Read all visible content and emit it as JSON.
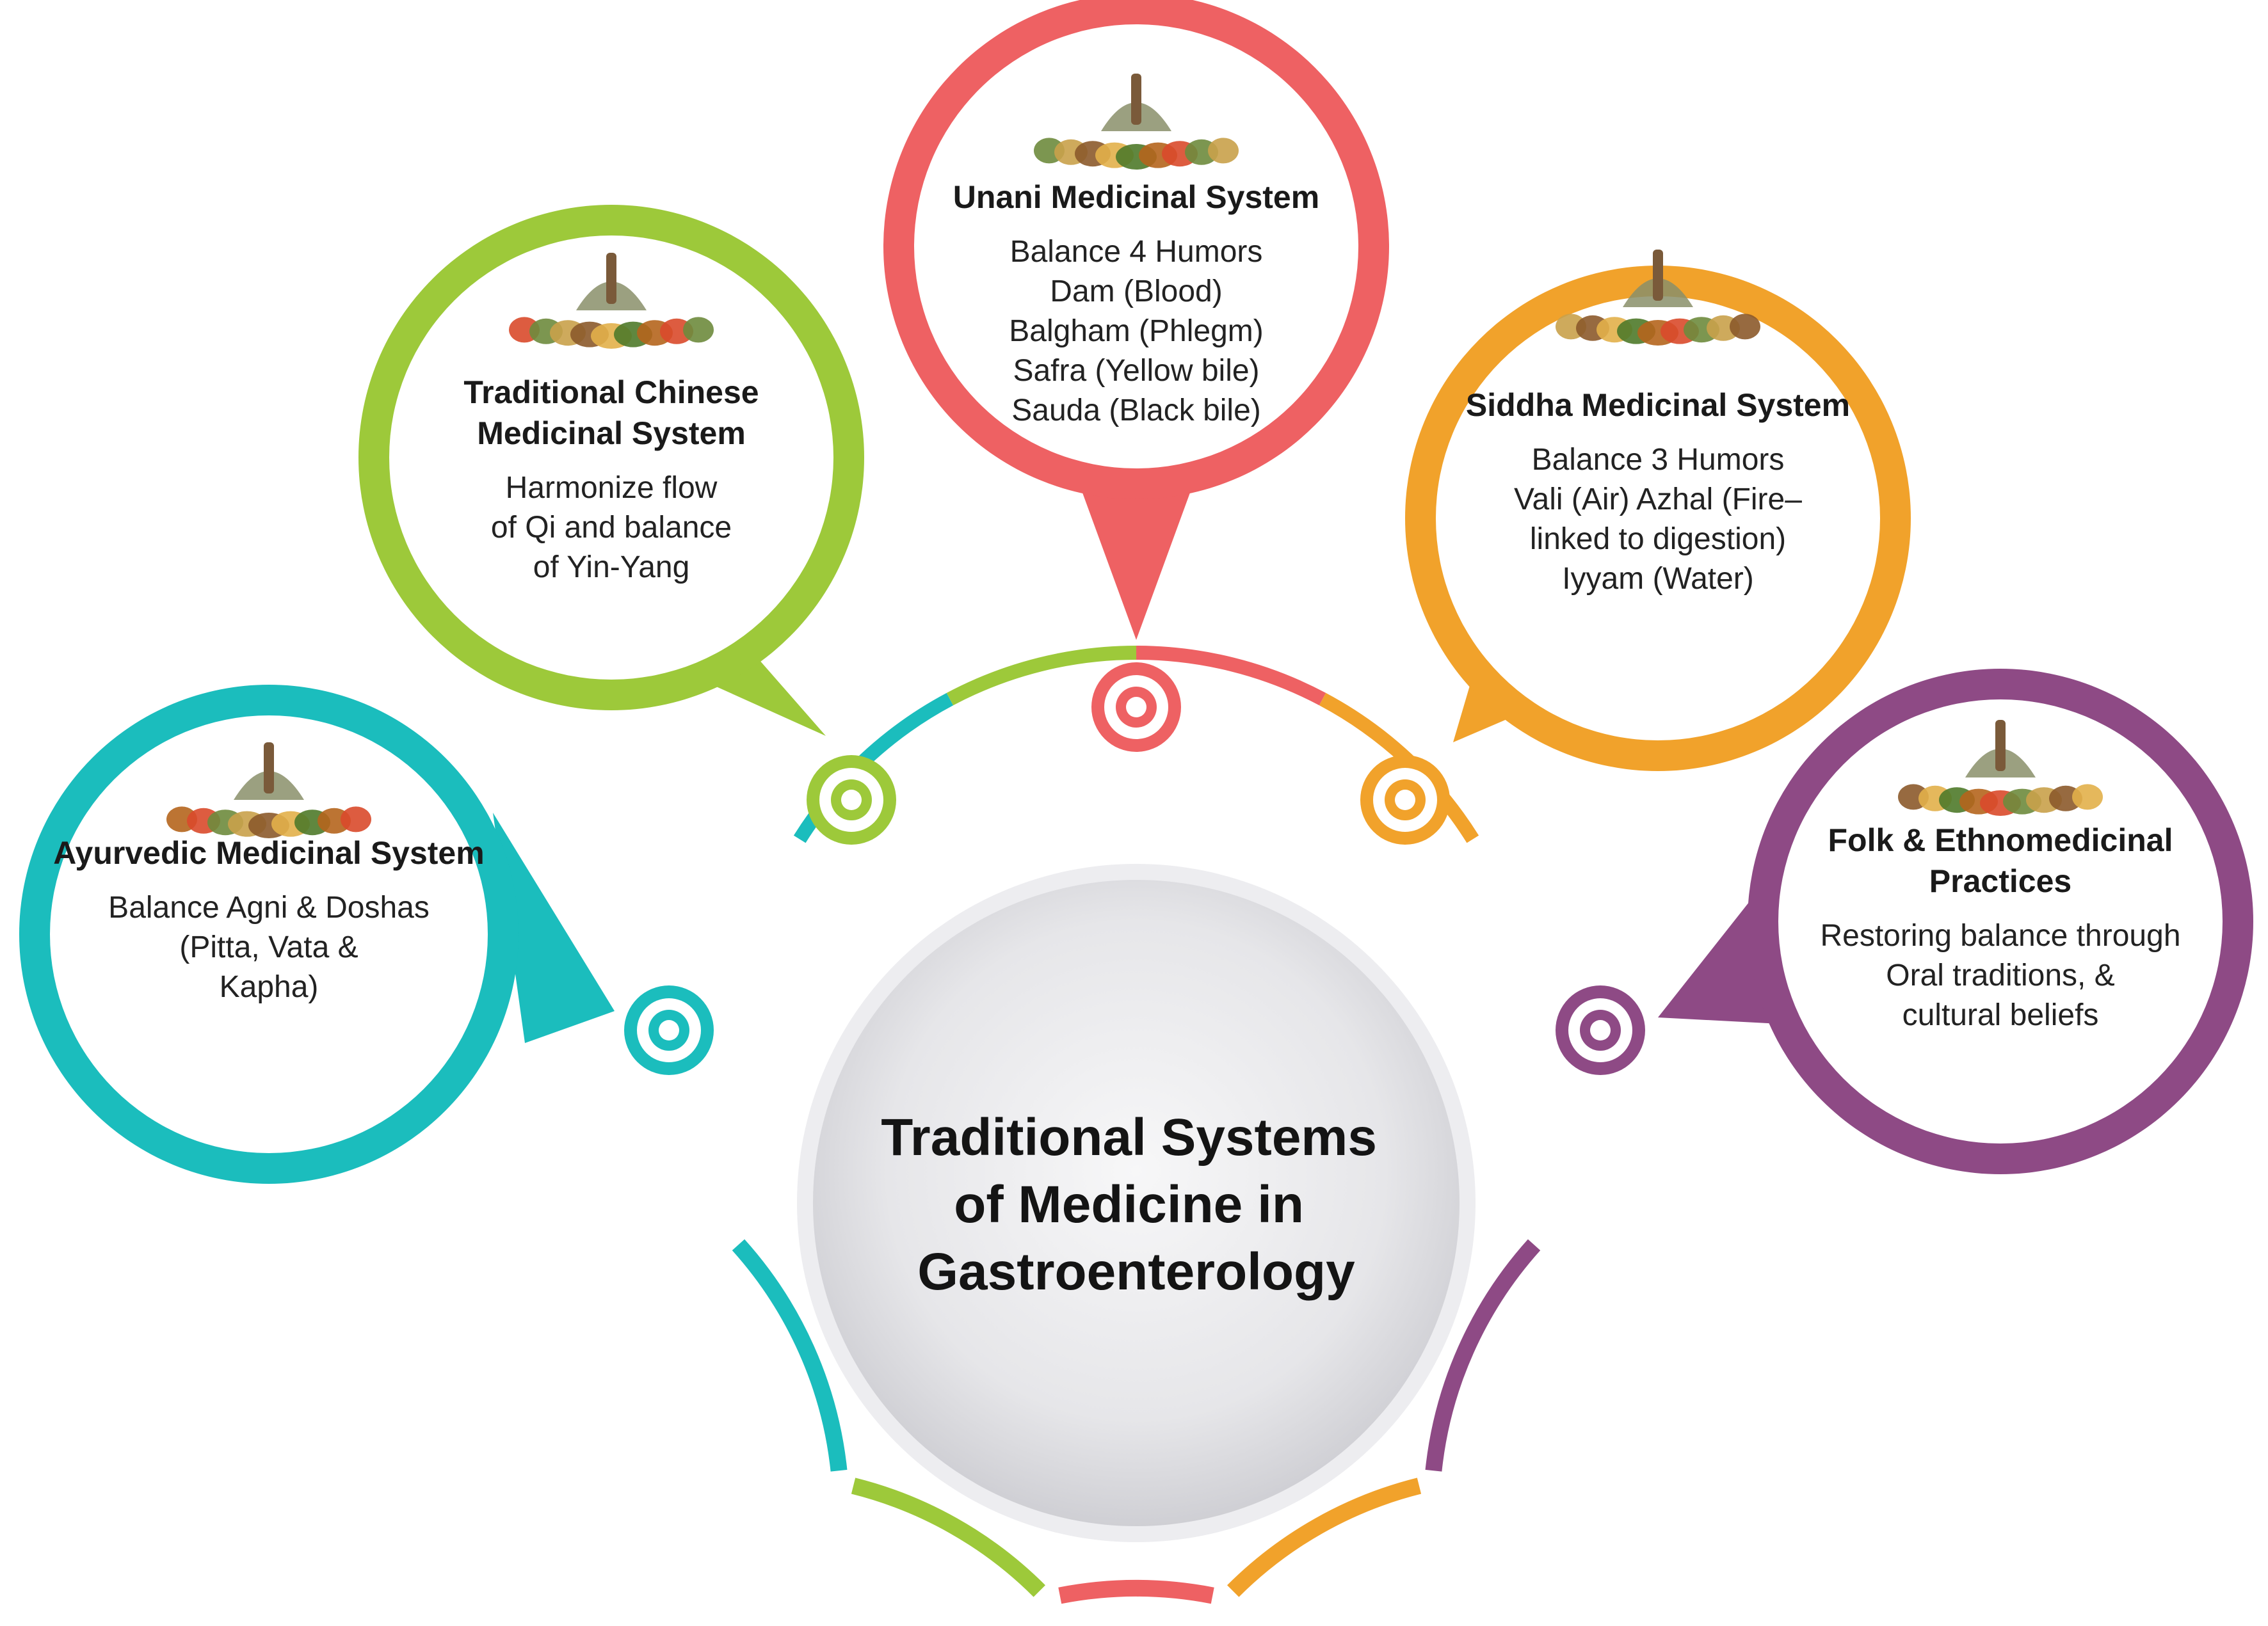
{
  "center": {
    "title_lines": [
      "Traditional Systems",
      "of Medicine in",
      "Gastroenterology"
    ]
  },
  "systems": [
    {
      "id": "ayurvedic",
      "color": "#1BBDBD",
      "image_icon": "mortar-and-spices-icon",
      "title_lines": [
        "Ayurvedic Medicinal System"
      ],
      "body_lines": [
        "Balance Agni & Doshas",
        "(Pitta, Vata &",
        "Kapha)"
      ]
    },
    {
      "id": "chinese",
      "color": "#9DC93A",
      "image_icon": "dried-herbs-icon",
      "title_lines": [
        "Traditional Chinese",
        "Medicinal System"
      ],
      "body_lines": [
        "Harmonize flow",
        "of Qi and balance",
        "of Yin-Yang"
      ]
    },
    {
      "id": "unani",
      "color": "#EE6163",
      "image_icon": "oil-bottle-and-mortar-icon",
      "title_lines": [
        "Unani Medicinal System"
      ],
      "body_lines": [
        "Balance 4 Humors",
        "Dam (Blood)",
        "Balgham (Phlegm)",
        "Safra (Yellow bile)",
        "Sauda (Black bile)"
      ]
    },
    {
      "id": "siddha",
      "color": "#F1A22B",
      "image_icon": "siddha-sage-icon",
      "title_lines": [
        "Siddha Medicinal System"
      ],
      "body_lines": [
        "Balance 3 Humors",
        "Vali (Air) Azhal (Fire–",
        "linked to digestion)",
        "Iyyam (Water)"
      ]
    },
    {
      "id": "folk",
      "color": "#8E4A85",
      "image_icon": "healer-with-herbs-icon",
      "title_lines": [
        "Folk & Ethnomedicinal",
        "Practices"
      ],
      "body_lines": [
        "Restoring balance through",
        "Oral traditions, &",
        "cultural beliefs"
      ]
    }
  ],
  "colors": {
    "center_fill": "#DCDCE0",
    "ring_gap": "#FFFFFF",
    "text": "#1A1A1A"
  }
}
